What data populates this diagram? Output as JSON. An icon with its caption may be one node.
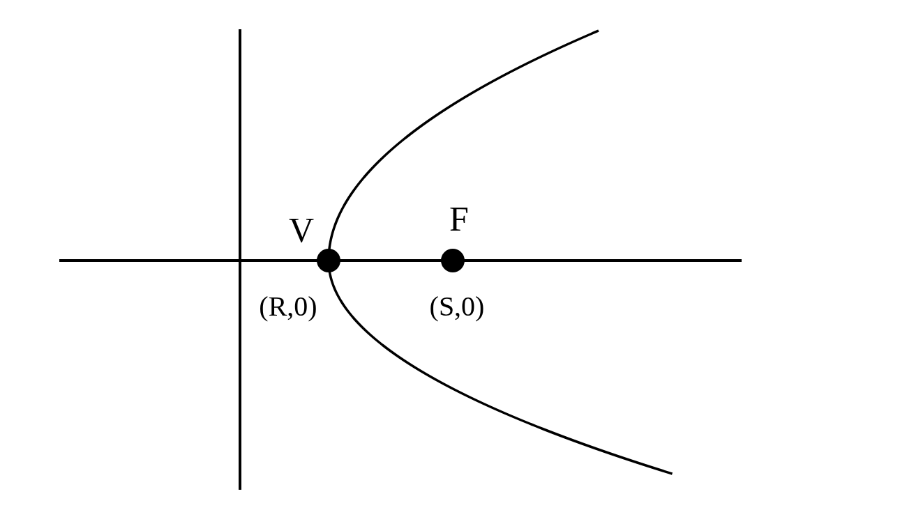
{
  "diagram": {
    "nodes": [
      {
        "text": [],
        "shape": "circle",
        "beside": [
          "V",
          "(R,0)"
        ]
      },
      {
        "text": [],
        "shape": "circle",
        "beside": [
          "F",
          "(S,0)"
        ]
      }
    ]
  }
}
